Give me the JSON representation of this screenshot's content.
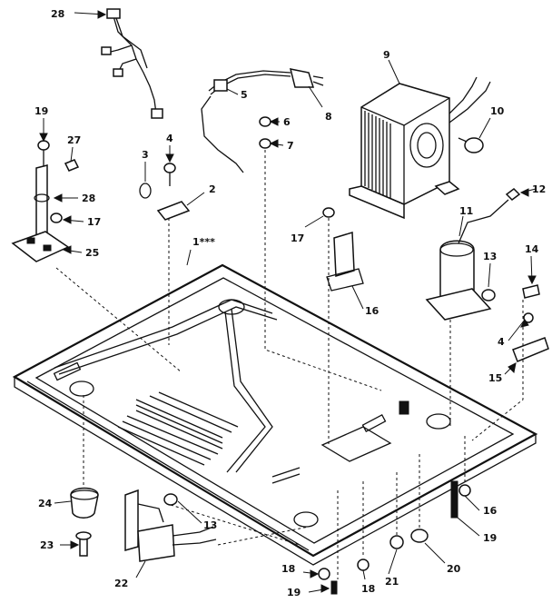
{
  "diagram": {
    "callouts": [
      {
        "id": "c28a",
        "text": "28"
      },
      {
        "id": "c9",
        "text": "9"
      },
      {
        "id": "c19a",
        "text": "19"
      },
      {
        "id": "c27",
        "text": "27"
      },
      {
        "id": "c3",
        "text": "3"
      },
      {
        "id": "c4a",
        "text": "4"
      },
      {
        "id": "c5",
        "text": "5"
      },
      {
        "id": "c6",
        "text": "6"
      },
      {
        "id": "c7",
        "text": "7"
      },
      {
        "id": "c8",
        "text": "8"
      },
      {
        "id": "c10",
        "text": "10"
      },
      {
        "id": "c28b",
        "text": "28"
      },
      {
        "id": "c2",
        "text": "2"
      },
      {
        "id": "c17a",
        "text": "17"
      },
      {
        "id": "c17b",
        "text": "17"
      },
      {
        "id": "c12",
        "text": "12"
      },
      {
        "id": "c11",
        "text": "11"
      },
      {
        "id": "c1",
        "text": "1***"
      },
      {
        "id": "c25",
        "text": "25"
      },
      {
        "id": "c13a",
        "text": "13"
      },
      {
        "id": "c14",
        "text": "14"
      },
      {
        "id": "c16a",
        "text": "16"
      },
      {
        "id": "c4b",
        "text": "4"
      },
      {
        "id": "c15",
        "text": "15"
      },
      {
        "id": "c24",
        "text": "24"
      },
      {
        "id": "c13b",
        "text": "13"
      },
      {
        "id": "c16b",
        "text": "16"
      },
      {
        "id": "c19b",
        "text": "19"
      },
      {
        "id": "c23",
        "text": "23"
      },
      {
        "id": "c22",
        "text": "22"
      },
      {
        "id": "c20",
        "text": "20"
      },
      {
        "id": "c21",
        "text": "21"
      },
      {
        "id": "c18a",
        "text": "18"
      },
      {
        "id": "c18b",
        "text": "18"
      },
      {
        "id": "c19c",
        "text": "19"
      }
    ]
  }
}
